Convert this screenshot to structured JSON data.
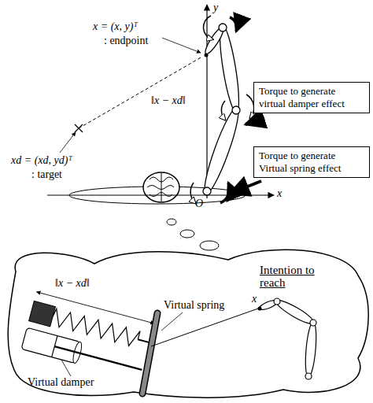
{
  "diagram": {
    "nodes": [
      {
        "text": [
          "Torque to generate virtual damper effect"
        ]
      },
      {
        "text": [
          "Torque to generate Virtual spring effect"
        ]
      }
    ],
    "labels": [
      "x = (x, y)ᵀ",
      ": endpoint",
      "‖x − xd‖",
      "xd = (xd, yd)ᵀ",
      ": target",
      "y",
      "x",
      "O",
      "Intention to reach",
      "Virtual spring",
      "‖x − xd‖",
      "Virtual damper",
      "x"
    ]
  }
}
